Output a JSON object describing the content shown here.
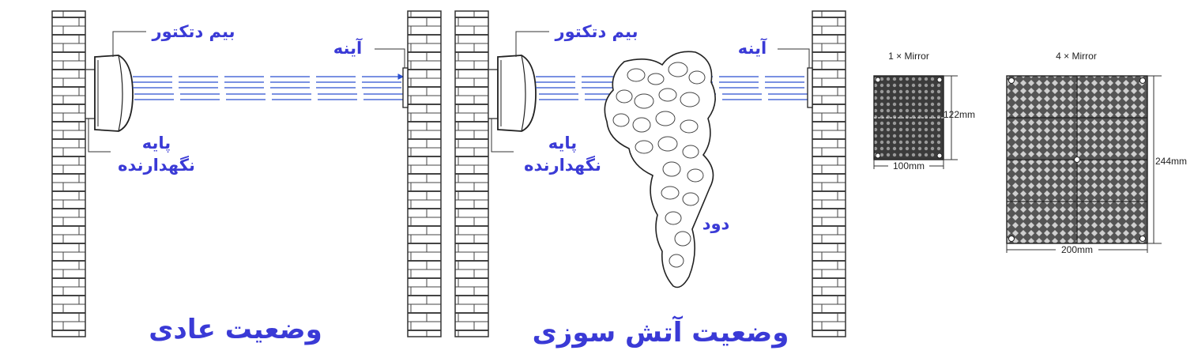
{
  "colors": {
    "label": "#3a3ad6",
    "beam": "#2a4fd0",
    "line": "#333333"
  },
  "icons": [
    "brick-wall-icon",
    "beam-detector-icon",
    "mirror-icon",
    "smoke-cloud-icon"
  ],
  "normal": {
    "detector_label": "بیم دتکتور",
    "mirror_label": "آینه",
    "mount_label_1": "پایه",
    "mount_label_2": "نگهدارنده",
    "title": "وضعیت عادی"
  },
  "fire": {
    "detector_label": "بیم دتکتور",
    "mirror_label": "آینه",
    "mount_label_1": "پایه",
    "mount_label_2": "نگهدارنده",
    "smoke_label": "دود",
    "title": "وضعیت آتش سوزی"
  },
  "mirror_1x": {
    "title": "1 × Mirror",
    "height": "122mm",
    "width": "100mm"
  },
  "mirror_4x": {
    "title": "4 × Mirror",
    "height": "244mm",
    "width": "200mm"
  }
}
